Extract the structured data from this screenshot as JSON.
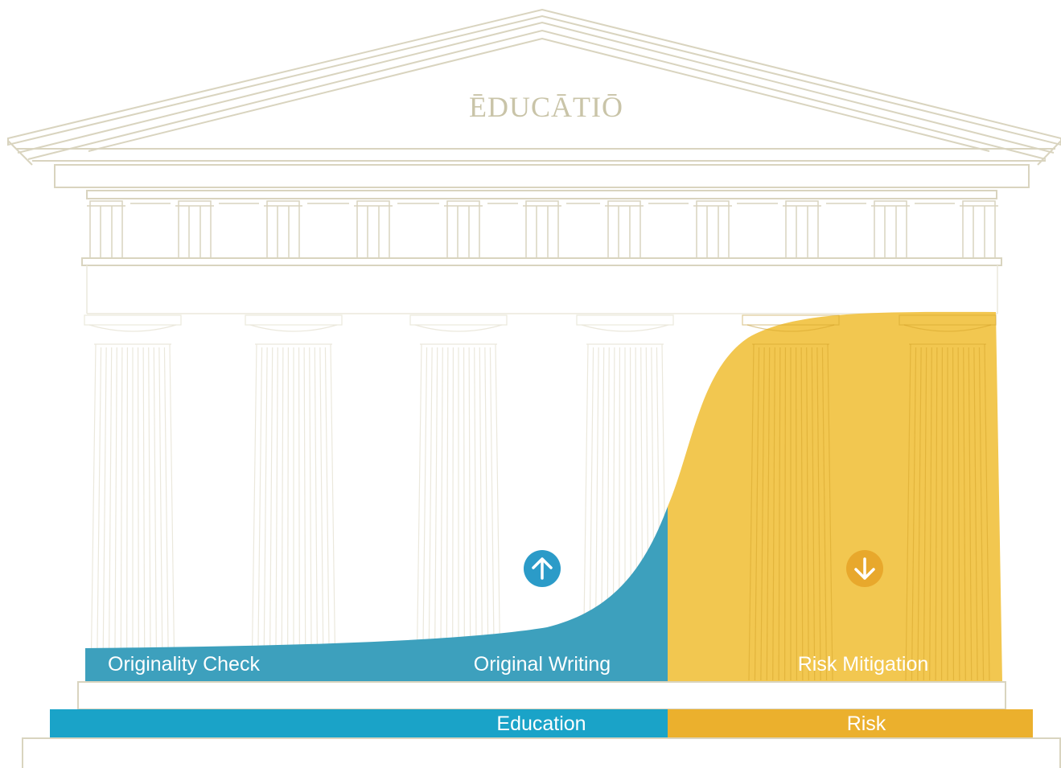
{
  "pediment": {
    "inscription": "ĒDUCĀTIŌ"
  },
  "areas": {
    "left_label_1": "Originality Check",
    "left_label_2": "Original Writing",
    "right_label": "Risk Mitigation",
    "up_icon": "arrow-up-icon",
    "down_icon": "arrow-down-icon"
  },
  "base_bar": {
    "left_label": "Education",
    "right_label": "Risk"
  },
  "colors": {
    "temple_line": "#d9d4bf",
    "inscription": "#c9c4a8",
    "column_line": "#ebe8dc",
    "education": "#1aa3c8",
    "education_area": "#3da0bd",
    "risk": "#ebb02d",
    "risk_area": "#f1c241",
    "risk_icon": "#e8a82c"
  }
}
